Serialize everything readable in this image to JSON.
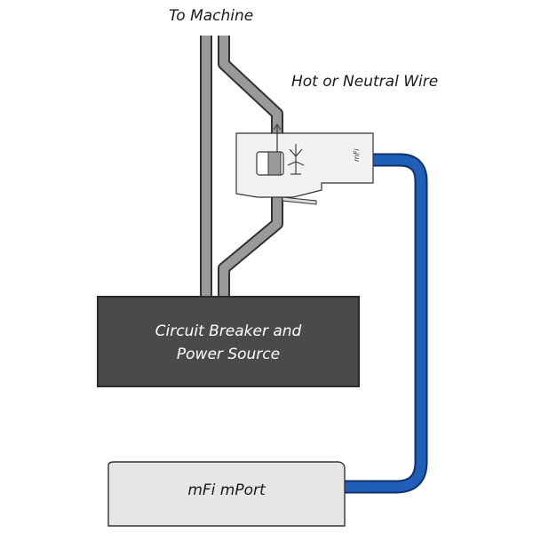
{
  "labels": {
    "to_machine": "To Machine",
    "hot_neutral": "Hot or Neutral Wire",
    "breaker_line1": "Circuit Breaker and",
    "breaker_line2": "Power Source",
    "mport": "mFi mPort"
  },
  "sensor": {
    "logo_text": "mFi"
  },
  "colors": {
    "cable_blue": "#1f5fb8",
    "cable_blue_dark": "#0c2f6e",
    "wire_gray": "#9a9a9a",
    "wire_outline": "#333333",
    "breaker_fill": "#4a4a4c",
    "mport_fill": "#e6e6e6",
    "sensor_fill": "#f2f2f2"
  }
}
